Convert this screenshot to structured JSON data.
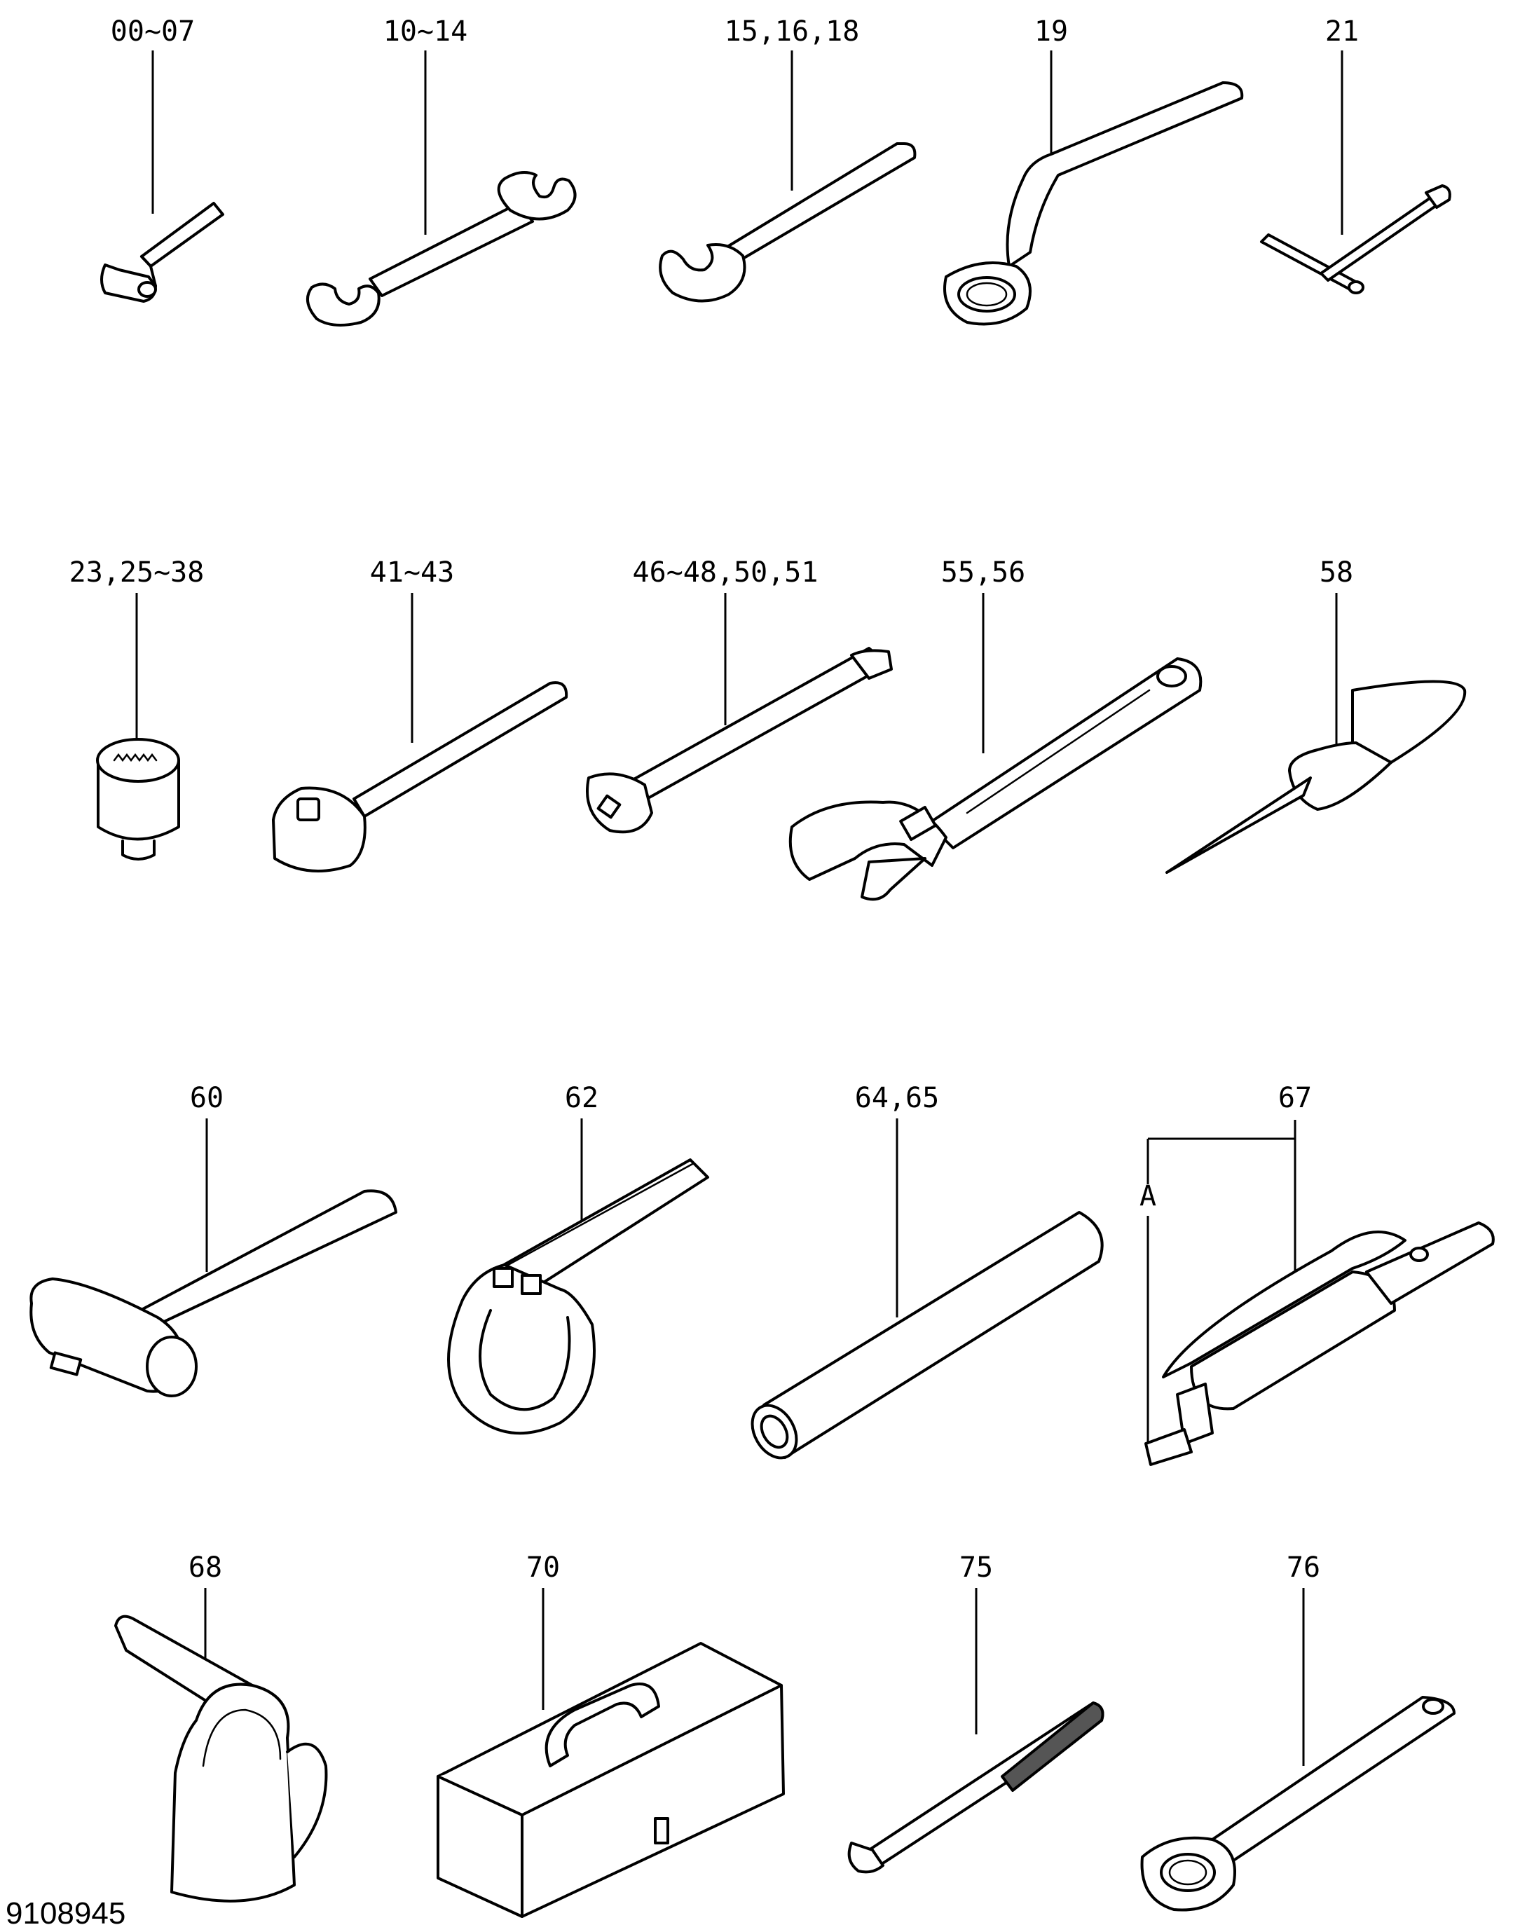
{
  "diagram": {
    "callouts": {
      "hex_key": "00~07",
      "spanner_double": "10~14",
      "spanner_single": "15,16,18",
      "offset_ring_wrench": "19",
      "t_socket_wrench": "21",
      "socket": "23,25~38",
      "ratchet_handle": "41~43",
      "extension_bar": "46~48,50,51",
      "adjustable_wrench": "55,56",
      "screwdriver": "58",
      "hammer": "60",
      "filter_wrench": "62",
      "pipe": "64,65",
      "grease_gun": "67",
      "grease_gun_detail": "A",
      "oil_can": "68",
      "tool_box": "70",
      "l_rod": "75",
      "ring_wrench": "76"
    },
    "document_number": "9108945"
  }
}
